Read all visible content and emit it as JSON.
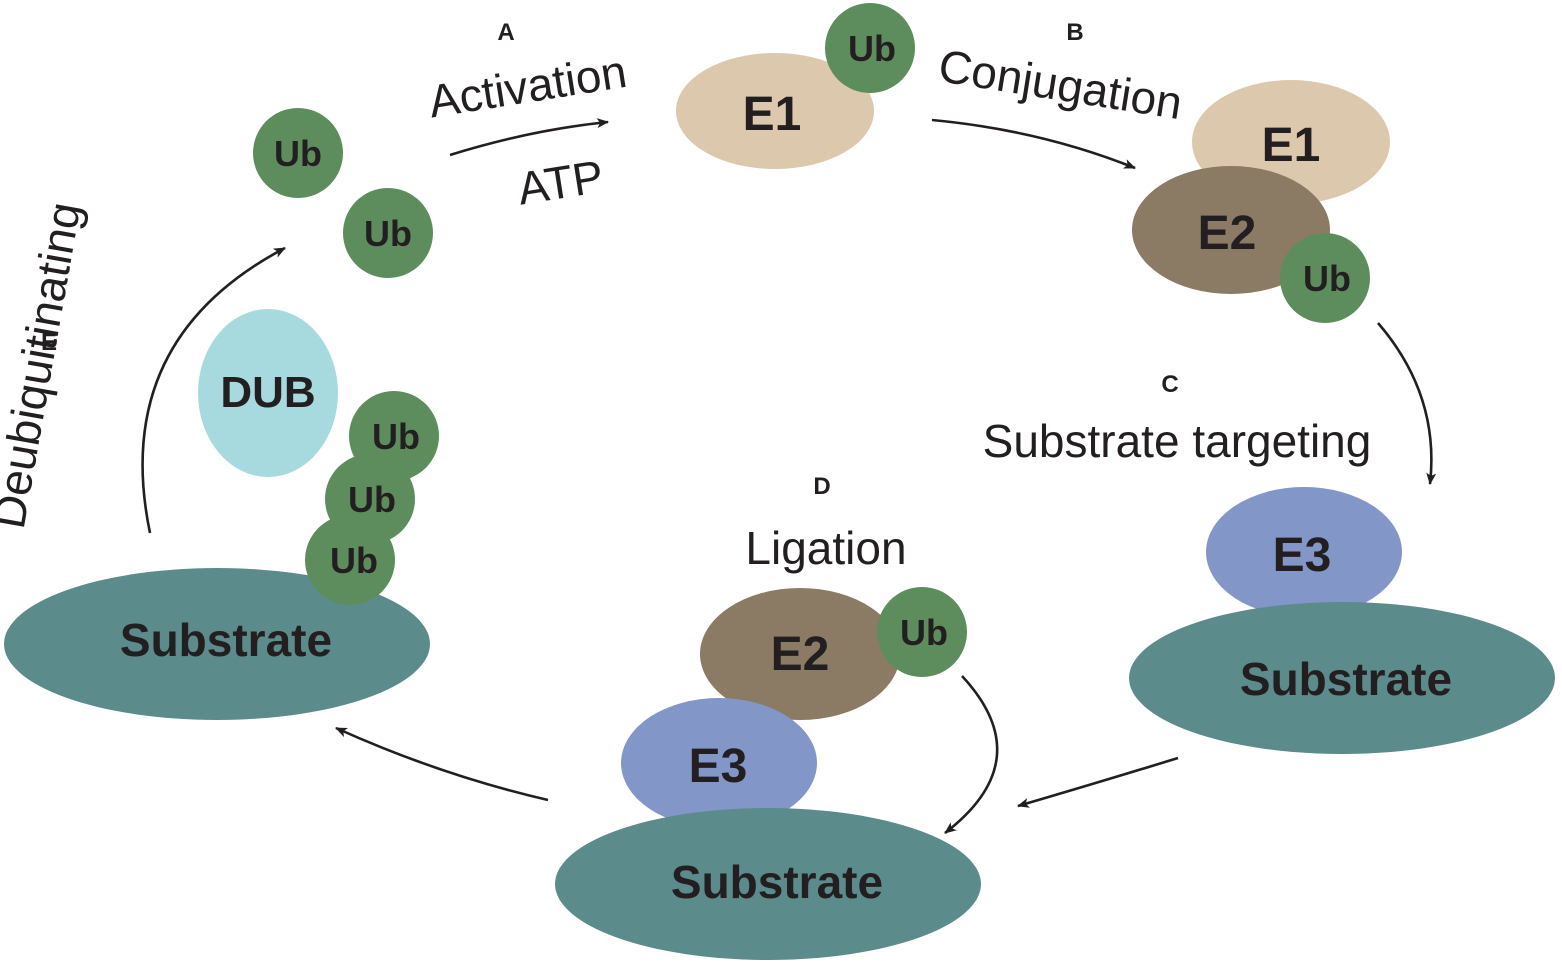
{
  "colors": {
    "ub": "#5d8d5d",
    "e1": "#dcc8ac",
    "e2": "#8b7a64",
    "e3": "#8396c8",
    "substrate": "#5c8b8b",
    "dub": "#a6dade",
    "text": "#231f20",
    "background": "#ffffff"
  },
  "steps": {
    "a": {
      "letter": "A",
      "title": "Activation",
      "subtitle": "ATP"
    },
    "b": {
      "letter": "B",
      "title": "Conjugation"
    },
    "c": {
      "letter": "C",
      "title": "Substrate targeting"
    },
    "d": {
      "letter": "D",
      "title": "Ligation"
    },
    "e": {
      "letter": "E",
      "title": "Deubiquitinating"
    }
  },
  "molecules": {
    "ub": "Ub",
    "e1": "E1",
    "e2": "E2",
    "e3": "E3",
    "substrate": "Substrate",
    "dub": "DUB"
  }
}
